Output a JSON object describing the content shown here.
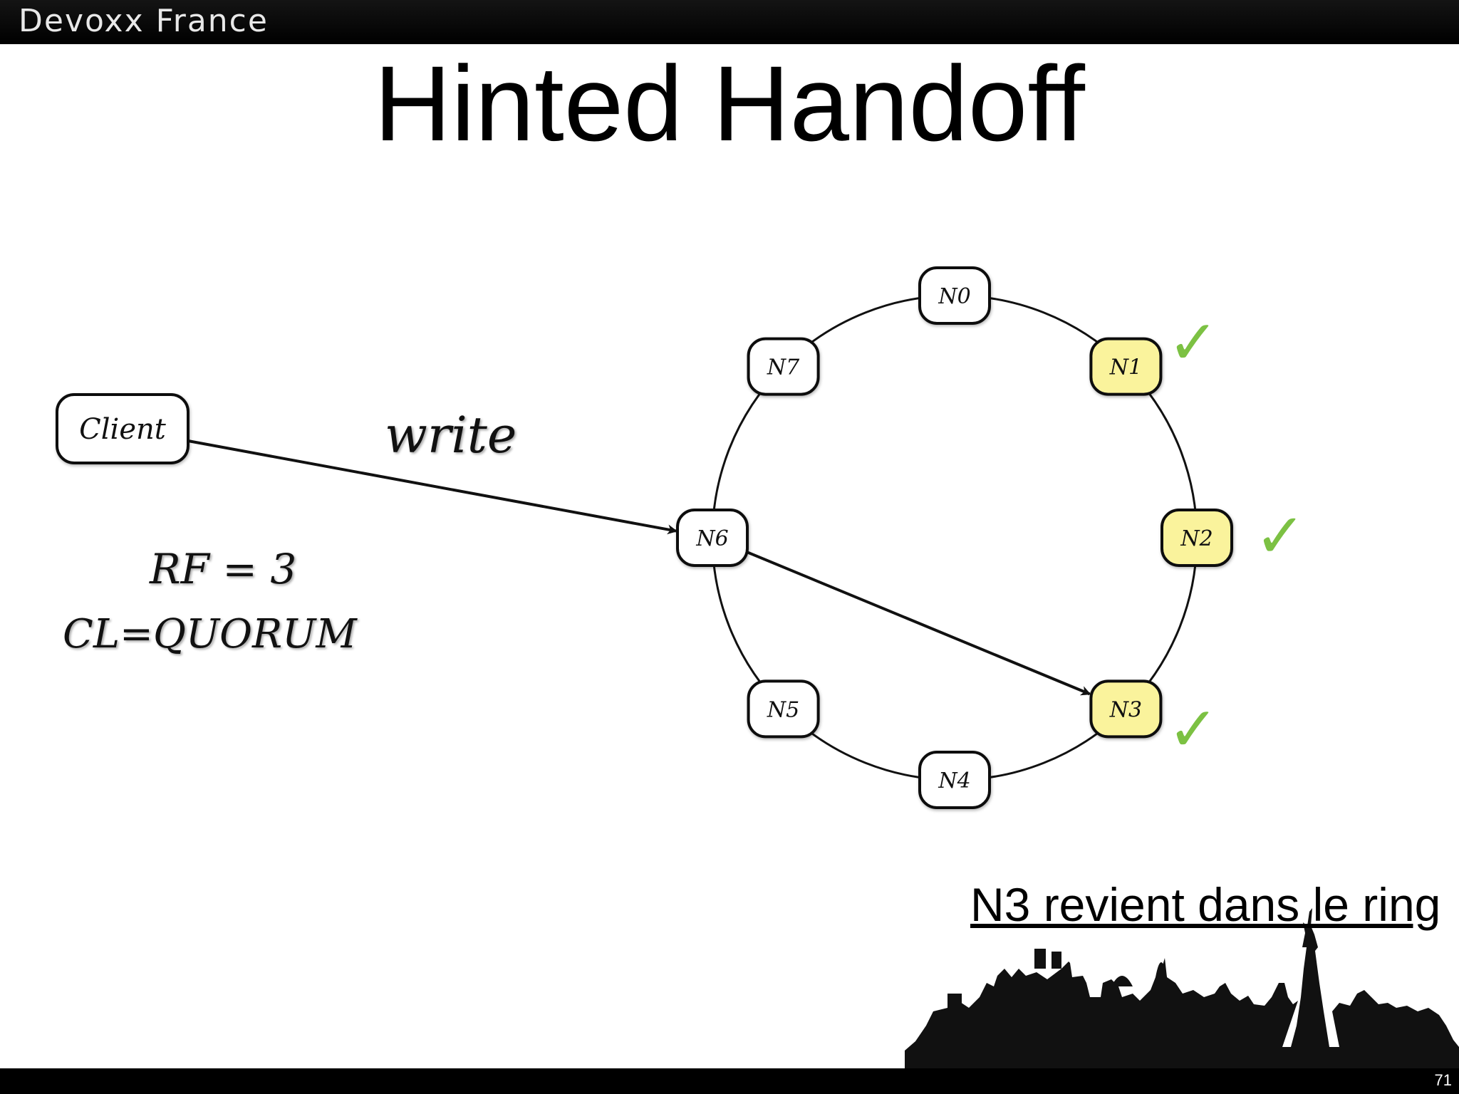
{
  "header": {
    "brand": "Devoxx France"
  },
  "slide": {
    "title": "Hinted Handoff",
    "write_label": "write",
    "rf_label": "RF = 3",
    "cl_label": "CL=QUORUM",
    "footnote": "N3 revient dans le ring",
    "page_number": "71"
  },
  "diagram": {
    "client": {
      "label": "Client"
    },
    "nodes": [
      {
        "id": "N0",
        "label": "N0",
        "highlight": false,
        "ack": false
      },
      {
        "id": "N1",
        "label": "N1",
        "highlight": true,
        "ack": true
      },
      {
        "id": "N2",
        "label": "N2",
        "highlight": true,
        "ack": true
      },
      {
        "id": "N3",
        "label": "N3",
        "highlight": true,
        "ack": true
      },
      {
        "id": "N4",
        "label": "N4",
        "highlight": false,
        "ack": false
      },
      {
        "id": "N5",
        "label": "N5",
        "highlight": false,
        "ack": false
      },
      {
        "id": "N6",
        "label": "N6",
        "highlight": false,
        "ack": false
      },
      {
        "id": "N7",
        "label": "N7",
        "highlight": false,
        "ack": false
      }
    ],
    "arrows": [
      {
        "from": "Client",
        "to": "N6"
      },
      {
        "from": "N6",
        "to": "N3"
      }
    ],
    "check_glyph": "✓",
    "colors": {
      "node_fill": "#ffffff",
      "highlight_fill": "#faf39c",
      "stroke": "#111111",
      "check": "#7cc143"
    }
  }
}
